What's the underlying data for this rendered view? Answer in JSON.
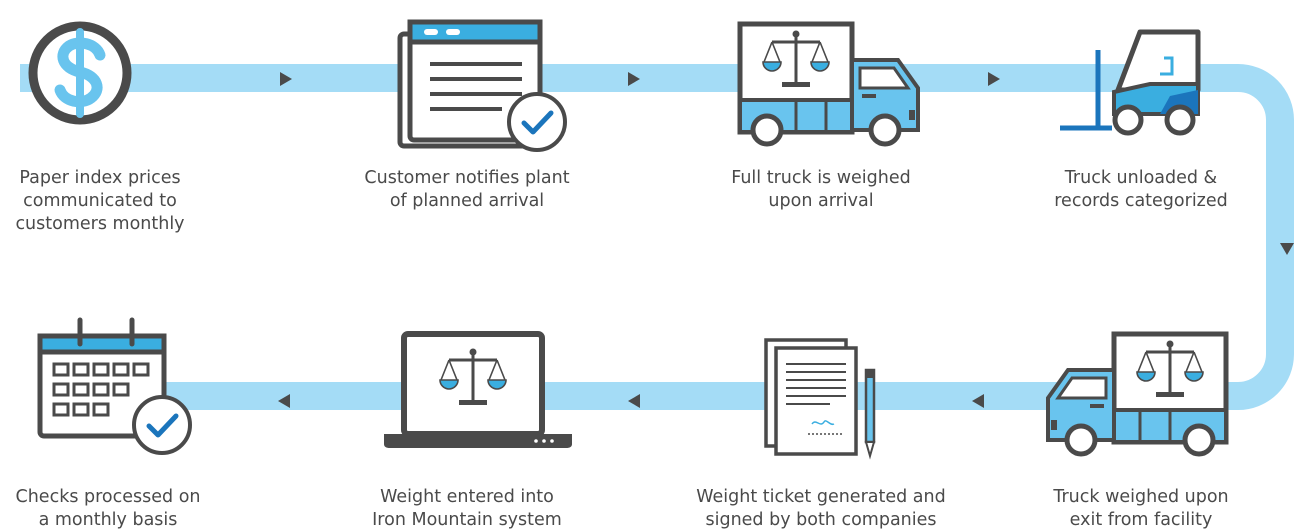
{
  "colors": {
    "band": "#a4dcf6",
    "accent": "#3aaee0",
    "dark": "#4a4a4a",
    "light_blue": "#69c4ee",
    "deep_blue": "#1b75bc",
    "text": "#4a4a4a"
  },
  "steps": [
    {
      "icon": "dollar-circle-icon",
      "caption": "Paper index prices\ncommunicated to\ncustomers monthly"
    },
    {
      "icon": "document-check-icon",
      "caption": "Customer notifies plant\nof planned arrival"
    },
    {
      "icon": "truck-scale-icon",
      "caption": "Full truck is weighed\nupon arrival"
    },
    {
      "icon": "forklift-icon",
      "caption": "Truck unloaded &\nrecords categorized"
    },
    {
      "icon": "truck-scale-icon",
      "caption": "Truck weighed upon\nexit from facility"
    },
    {
      "icon": "signed-document-icon",
      "caption": "Weight ticket generated and\nsigned by both companies"
    },
    {
      "icon": "laptop-scale-icon",
      "caption": "Weight entered into\nIron Mountain system"
    },
    {
      "icon": "calendar-check-icon",
      "caption": "Checks processed on\na monthly basis"
    }
  ]
}
